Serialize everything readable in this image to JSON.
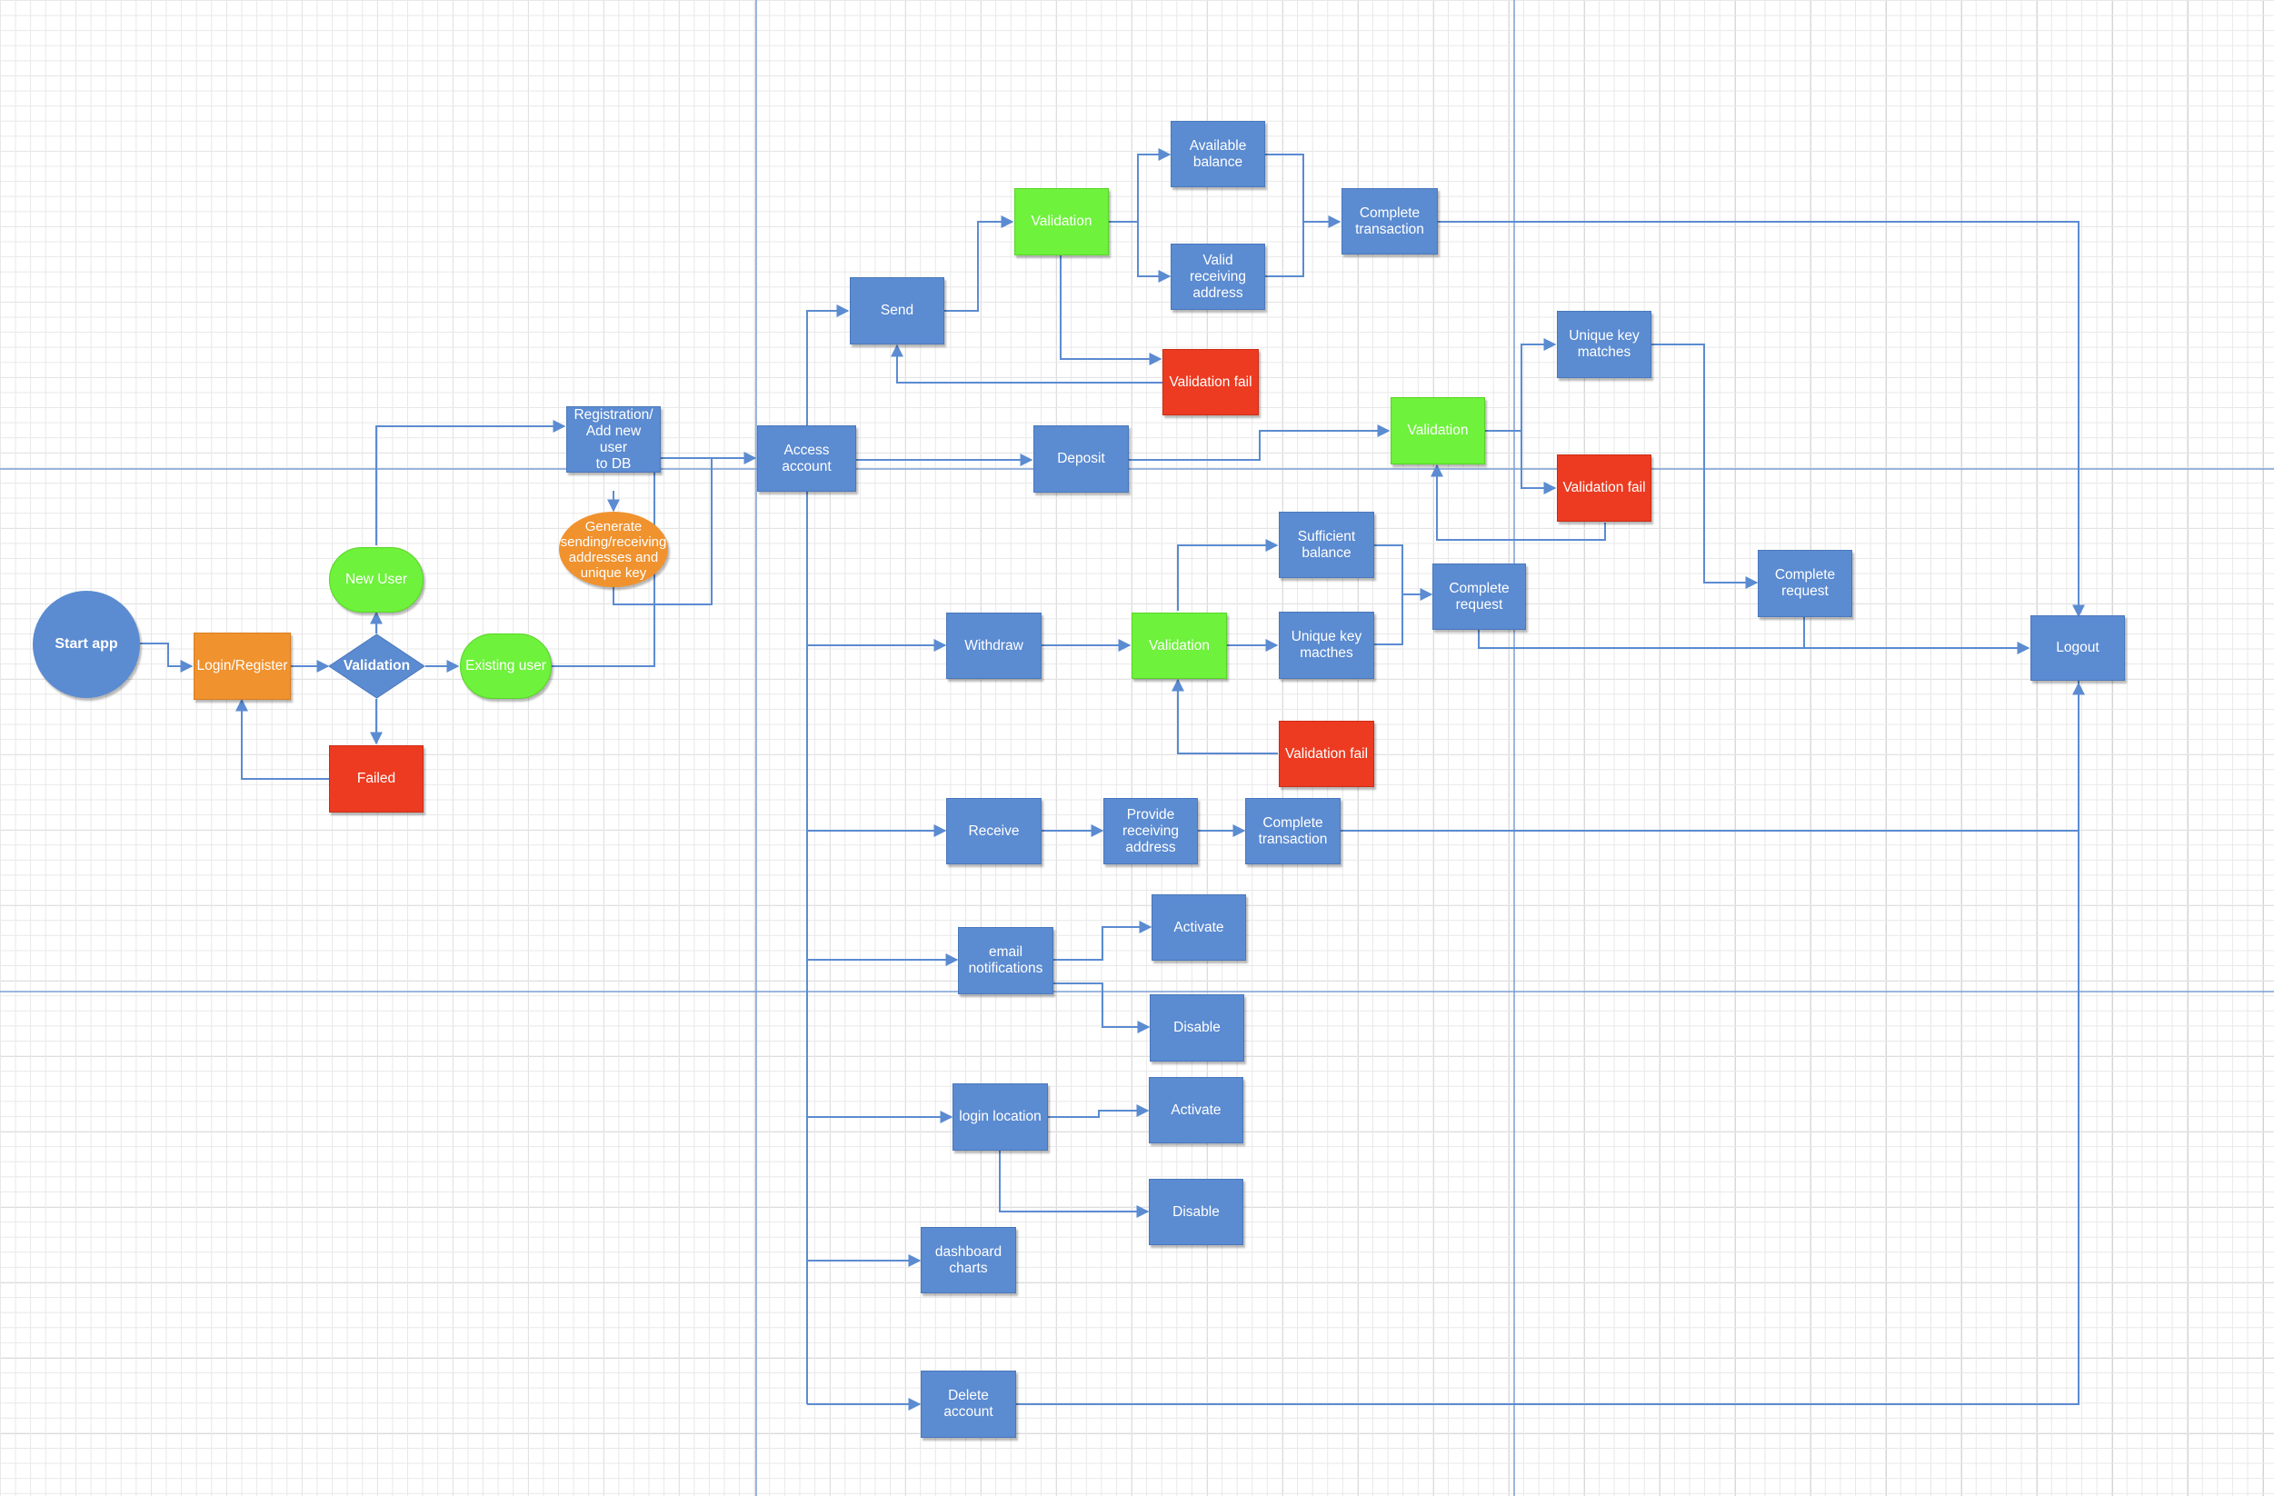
{
  "colors": {
    "blue": "#5b8bd1",
    "orange": "#f0922e",
    "green": "#6ef23c",
    "red": "#ec3b21",
    "line": "#5b8bd1",
    "divider": "#7b9fd3"
  },
  "nodes": {
    "start_app": "Start app",
    "login_register": "Login/Register",
    "validation_login": "Validation",
    "new_user": "New User",
    "existing_user": "Existing user",
    "failed": "Failed",
    "registration": "Registration/\nAdd new user\nto DB",
    "generate_keys": "Generate\nsending/receiving\naddresses and\nunique key",
    "access_account": "Access account",
    "send": "Send",
    "validation_send": "Validation",
    "available_balance": "Available\nbalance",
    "valid_receiving_address": "Valid receiving\naddress",
    "complete_transaction_send": "Complete\ntransaction",
    "validation_fail_send": "Validation fail",
    "deposit": "Deposit",
    "validation_deposit": "Validation",
    "unique_key_matches": "Unique key\nmatches",
    "validation_fail_deposit": "Validation fail",
    "complete_request_deposit": "Complete\nrequest",
    "withdraw": "Withdraw",
    "validation_withdraw": "Validation",
    "sufficient_balance": "Sufficient\nbalance",
    "unique_key_macthes": "Unique key\nmacthes",
    "complete_request_withdraw": "Complete\nrequest",
    "validation_fail_withdraw": "Validation fail",
    "logout": "Logout",
    "receive": "Receive",
    "provide_receiving_address": "Provide\nreceiving\naddress",
    "complete_transaction_receive": "Complete\ntransaction",
    "email_notifications": "email\nnotifications",
    "activate_email": "Activate",
    "disable_email": "Disable",
    "login_location": "login location",
    "activate_location": "Activate",
    "disable_location": "Disable",
    "dashboard_charts": "dashboard\ncharts",
    "delete_account": "Delete\naccount"
  }
}
